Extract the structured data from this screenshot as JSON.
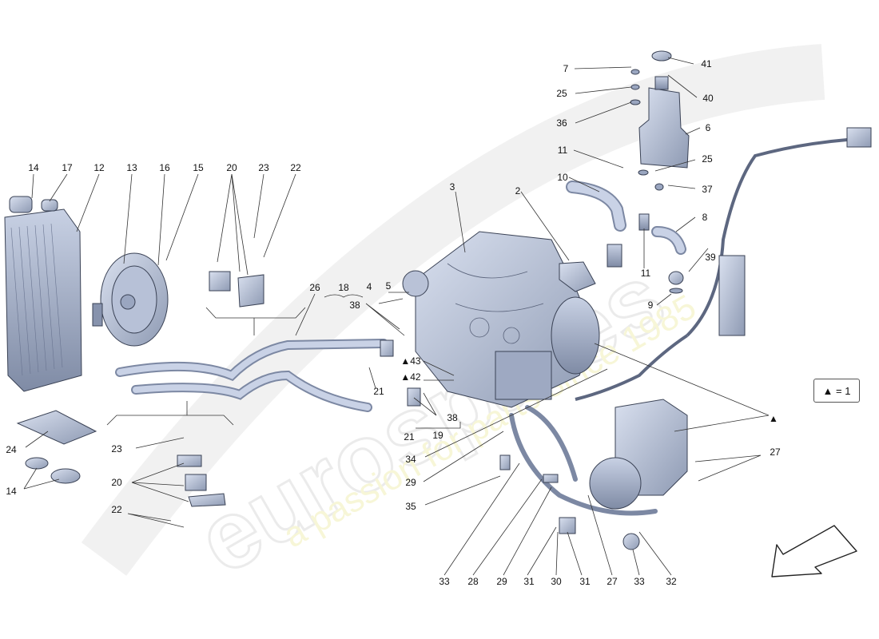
{
  "watermark": {
    "brand": "eurospares",
    "slogan": "a passion for parts since 1985"
  },
  "legend": {
    "text": "▲ = 1"
  },
  "callouts": [
    {
      "id": "c7",
      "text": "7"
    },
    {
      "id": "c41",
      "text": "41"
    },
    {
      "id": "c25a",
      "text": "25"
    },
    {
      "id": "c40",
      "text": "40"
    },
    {
      "id": "c36",
      "text": "36"
    },
    {
      "id": "c6",
      "text": "6"
    },
    {
      "id": "c11a",
      "text": "11"
    },
    {
      "id": "c25b",
      "text": "25"
    },
    {
      "id": "c10",
      "text": "10"
    },
    {
      "id": "c37",
      "text": "37"
    },
    {
      "id": "c3",
      "text": "3"
    },
    {
      "id": "c2",
      "text": "2"
    },
    {
      "id": "c8",
      "text": "8"
    },
    {
      "id": "c39",
      "text": "39"
    },
    {
      "id": "c11b",
      "text": "11"
    },
    {
      "id": "c9",
      "text": "9"
    },
    {
      "id": "c14a",
      "text": "14"
    },
    {
      "id": "c17",
      "text": "17"
    },
    {
      "id": "c12",
      "text": "12"
    },
    {
      "id": "c13",
      "text": "13"
    },
    {
      "id": "c16",
      "text": "16"
    },
    {
      "id": "c15",
      "text": "15"
    },
    {
      "id": "c20a",
      "text": "20"
    },
    {
      "id": "c23a",
      "text": "23"
    },
    {
      "id": "c22a",
      "text": "22"
    },
    {
      "id": "c26",
      "text": "26"
    },
    {
      "id": "c18",
      "text": "18"
    },
    {
      "id": "c4",
      "text": "4"
    },
    {
      "id": "c5",
      "text": "5"
    },
    {
      "id": "c38a",
      "text": "38"
    },
    {
      "id": "c43",
      "text": "▲43"
    },
    {
      "id": "c42",
      "text": "▲42"
    },
    {
      "id": "c21a",
      "text": "21"
    },
    {
      "id": "c38b",
      "text": "38"
    },
    {
      "id": "c21b",
      "text": "21"
    },
    {
      "id": "c19",
      "text": "19"
    },
    {
      "id": "c24",
      "text": "24"
    },
    {
      "id": "c14b",
      "text": "14"
    },
    {
      "id": "c23b",
      "text": "23"
    },
    {
      "id": "c20b",
      "text": "20"
    },
    {
      "id": "c22b",
      "text": "22"
    },
    {
      "id": "c34",
      "text": "34"
    },
    {
      "id": "c29a",
      "text": "29"
    },
    {
      "id": "c35",
      "text": "35"
    },
    {
      "id": "c27a",
      "text": "27"
    },
    {
      "id": "ctri",
      "text": "▲"
    },
    {
      "id": "c33a",
      "text": "33"
    },
    {
      "id": "c28",
      "text": "28"
    },
    {
      "id": "c29b",
      "text": "29"
    },
    {
      "id": "c31a",
      "text": "31"
    },
    {
      "id": "c30",
      "text": "30"
    },
    {
      "id": "c31b",
      "text": "31"
    },
    {
      "id": "c27b",
      "text": "27"
    },
    {
      "id": "c33b",
      "text": "33"
    },
    {
      "id": "c32",
      "text": "32"
    }
  ]
}
